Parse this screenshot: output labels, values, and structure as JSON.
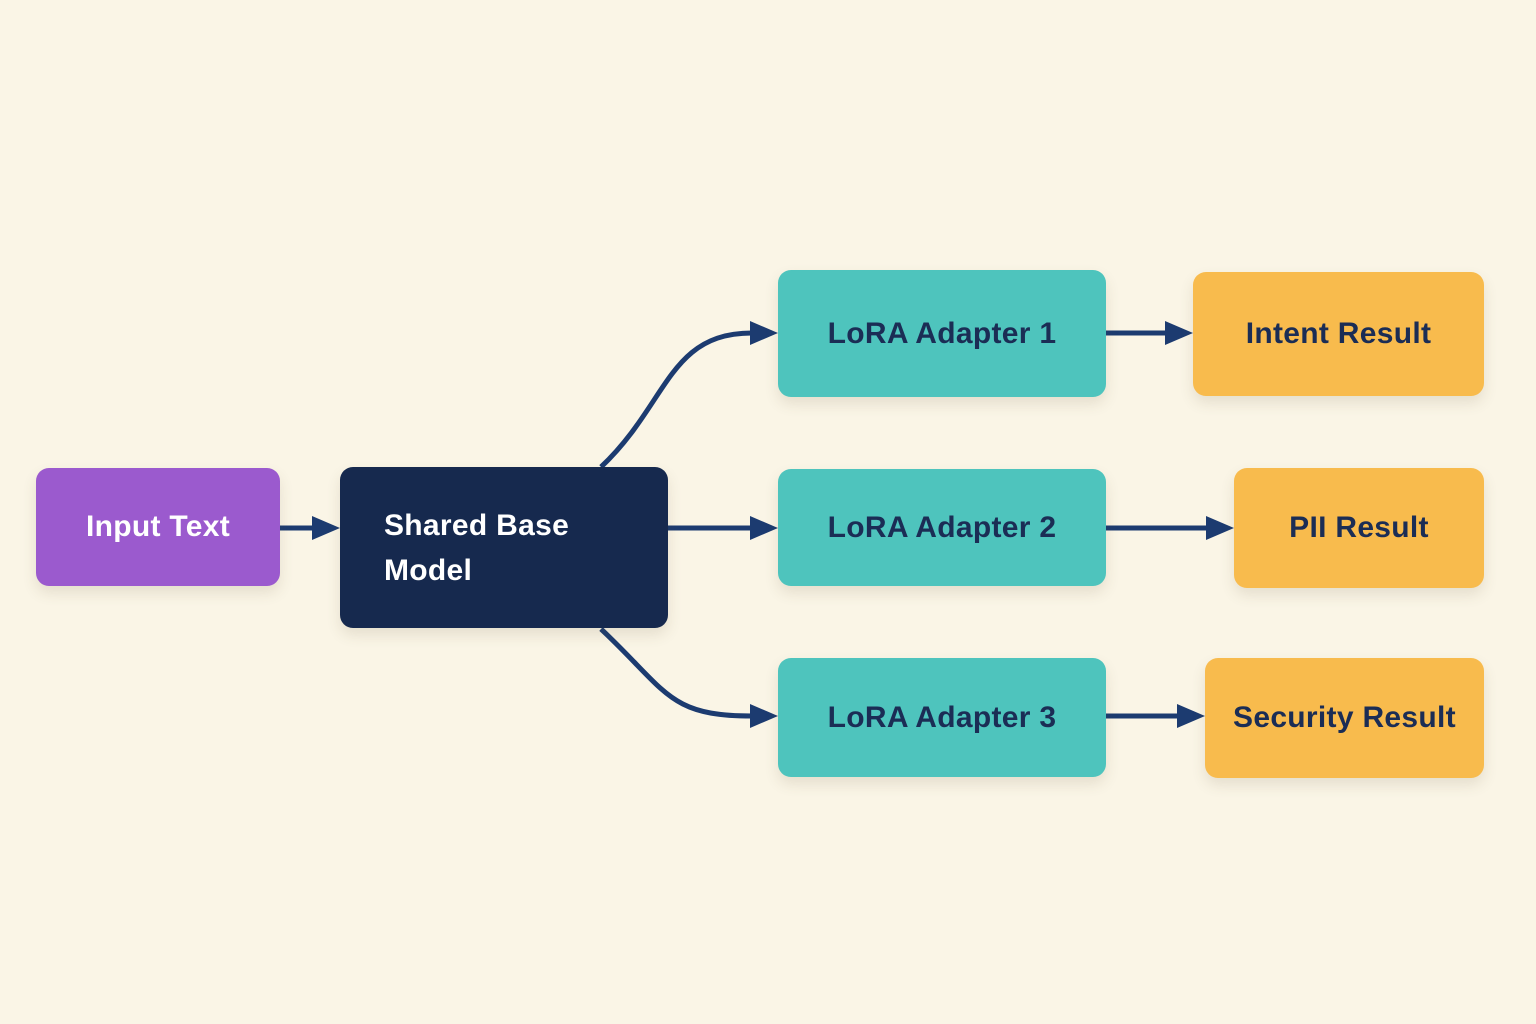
{
  "diagram": {
    "nodes": {
      "input": {
        "label": "Input Text"
      },
      "base": {
        "label": "Shared Base Model"
      },
      "adapter1": {
        "label": "LoRA Adapter 1"
      },
      "adapter2": {
        "label": "LoRA Adapter 2"
      },
      "adapter3": {
        "label": "LoRA Adapter 3"
      },
      "result1": {
        "label": "Intent Result"
      },
      "result2": {
        "label": "PII Result"
      },
      "result3": {
        "label": "Security Result"
      }
    },
    "edges": [
      {
        "from": "input",
        "to": "base"
      },
      {
        "from": "base",
        "to": "adapter1"
      },
      {
        "from": "base",
        "to": "adapter2"
      },
      {
        "from": "base",
        "to": "adapter3"
      },
      {
        "from": "adapter1",
        "to": "result1"
      },
      {
        "from": "adapter2",
        "to": "result2"
      },
      {
        "from": "adapter3",
        "to": "result3"
      }
    ]
  },
  "colors": {
    "background": "#FAF5E6",
    "input_box": "#9B5ACE",
    "base_box": "#16294E",
    "adapter_box": "#4EC4BD",
    "result_box": "#F8BB4D",
    "arrow": "#1C3B70",
    "text_light": "#FFFFFF",
    "text_dark": "#1B2D55"
  }
}
